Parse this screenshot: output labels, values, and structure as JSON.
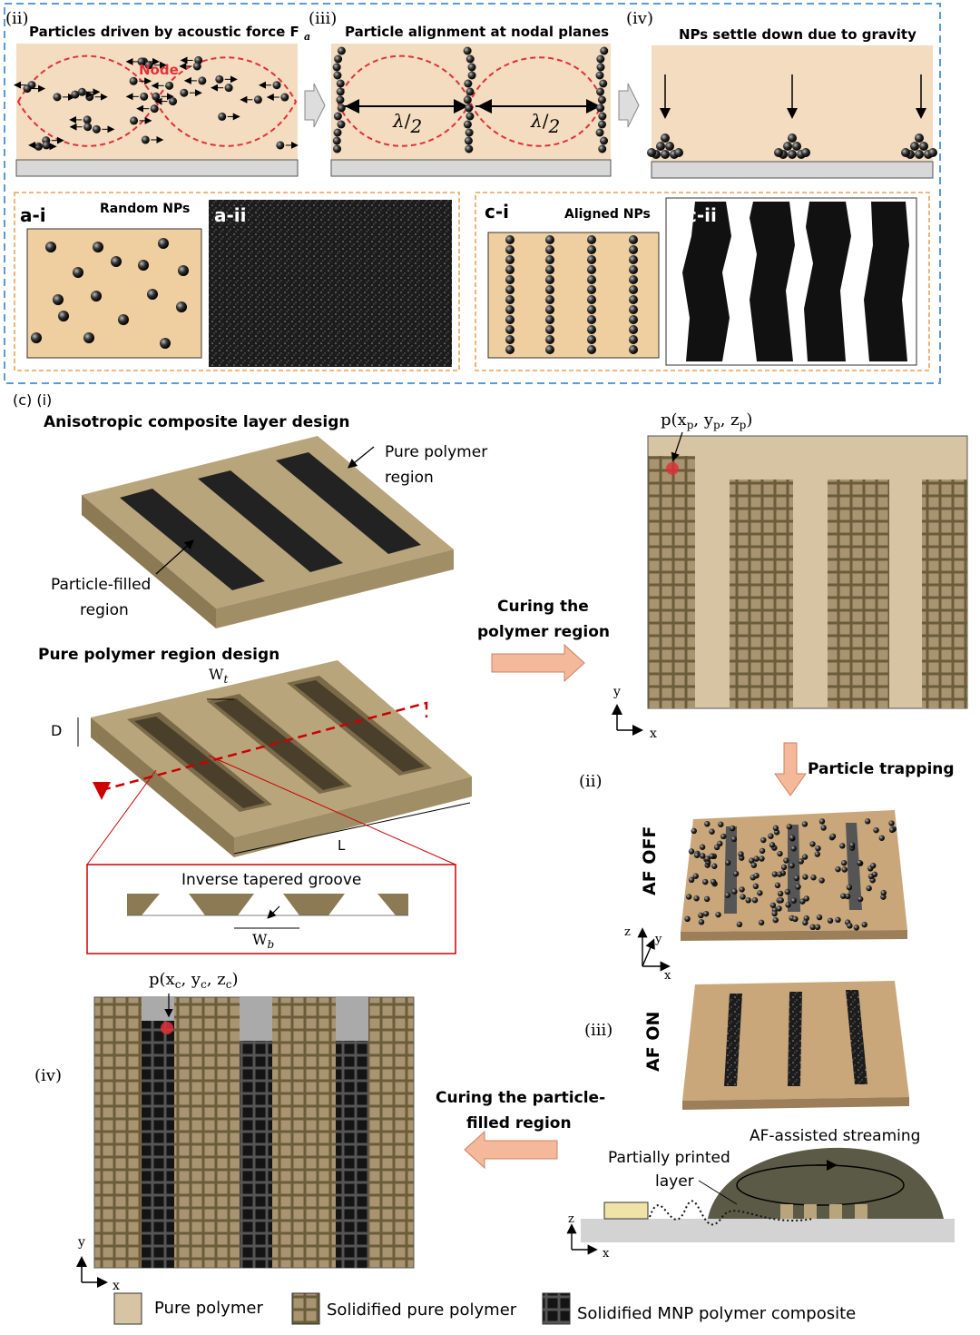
{
  "top_panels": {
    "ii": {
      "label": "(ii)",
      "title": "Particles driven by acoustic force F",
      "sub": "a",
      "node": "Node"
    },
    "iii": {
      "label": "(iii)",
      "title": "Particle alignment at nodal planes",
      "lambda": "λ",
      "half": "2"
    },
    "iv": {
      "label": "(iv)",
      "title": "NPs settle down due to gravity"
    }
  },
  "mid_panels": {
    "a_i": {
      "label": "a-i",
      "title": "Random NPs"
    },
    "a_ii": {
      "label": "a-ii"
    },
    "c_i": {
      "label": "c-i",
      "title": "Aligned NPs"
    },
    "c_ii": {
      "label": "c-ii"
    }
  },
  "section_c": {
    "label": "(c) (i)",
    "aniso_title": "Anisotropic composite  layer design",
    "pure_region_l1": "Pure polymer",
    "pure_region_l2": "region",
    "filled_l1": "Particle-filled",
    "filled_l2": "region",
    "pure_design_title": "Pure polymer region design",
    "wt": "W",
    "wt_sub": "t",
    "d": "D",
    "l": "L",
    "groove_title": "Inverse tapered groove",
    "wb": "W",
    "wb_sub": "b",
    "curing1_l1": "Curing the",
    "curing1_l2": "polymer region",
    "p_top": "p(x",
    "p_top_mid1": ", y",
    "p_top_mid2": ", z",
    "p_sub": "p",
    "p_close": ")",
    "axis_x": "x",
    "axis_y": "y",
    "axis_z": "z",
    "particle_trapping": "Particle trapping",
    "ii": "(ii)",
    "af_off": "AF OFF",
    "iii": "(iii)",
    "af_on": "AF ON",
    "iv": "(iv)",
    "curing2_l1": "Curing the particle-",
    "curing2_l2": "filled region",
    "streaming": "AF-assisted streaming",
    "partial_l1": "Partially printed",
    "partial_l2": "layer",
    "p_bot": "p(x",
    "p_bot_sub": "c"
  },
  "legend": [
    {
      "label": "Pure polymer",
      "color": "#d7c4a3"
    },
    {
      "label": "Solidified pure polymer",
      "color": "#8a7a52"
    },
    {
      "label": "Solidified MNP polymer composite",
      "color": "#1a1a1a"
    }
  ],
  "colors": {
    "panel_bg": "#f3dcbf",
    "beige": "#efcf9f",
    "dashed_blue": "#5b9bd5",
    "dashed_orange": "#e9a15a",
    "red": "#e0303a",
    "arrow_pink": "#f4b89a",
    "polymer": "#a89470",
    "grid_cell": "#8a7a52"
  }
}
